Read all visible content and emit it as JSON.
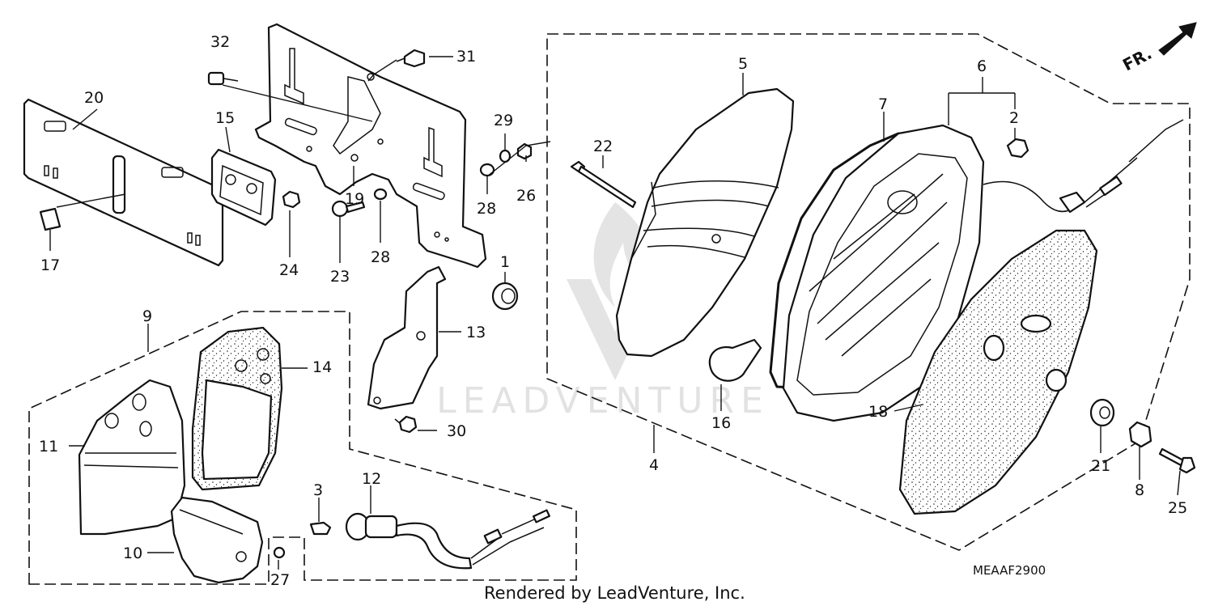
{
  "watermark": "LEADVENTURE",
  "orientation": {
    "label": "FR."
  },
  "diagram_code": "MEAAF2900",
  "footer": "Rendered by LeadVenture, Inc.",
  "callouts": {
    "c1": "1",
    "c2": "2",
    "c3": "3",
    "c4": "4",
    "c5": "5",
    "c6": "6",
    "c7": "7",
    "c8": "8",
    "c9": "9",
    "c10": "10",
    "c11": "11",
    "c12": "12",
    "c13": "13",
    "c14": "14",
    "c15": "15",
    "c16": "16",
    "c17": "17",
    "c18": "18",
    "c19": "19",
    "c20": "20",
    "c21": "21",
    "c22": "22",
    "c23": "23",
    "c24": "24",
    "c25": "25",
    "c26": "26",
    "c27": "27",
    "c28a": "28",
    "c28b": "28",
    "c29": "29",
    "c30": "30",
    "c31": "31",
    "c32": "32"
  }
}
